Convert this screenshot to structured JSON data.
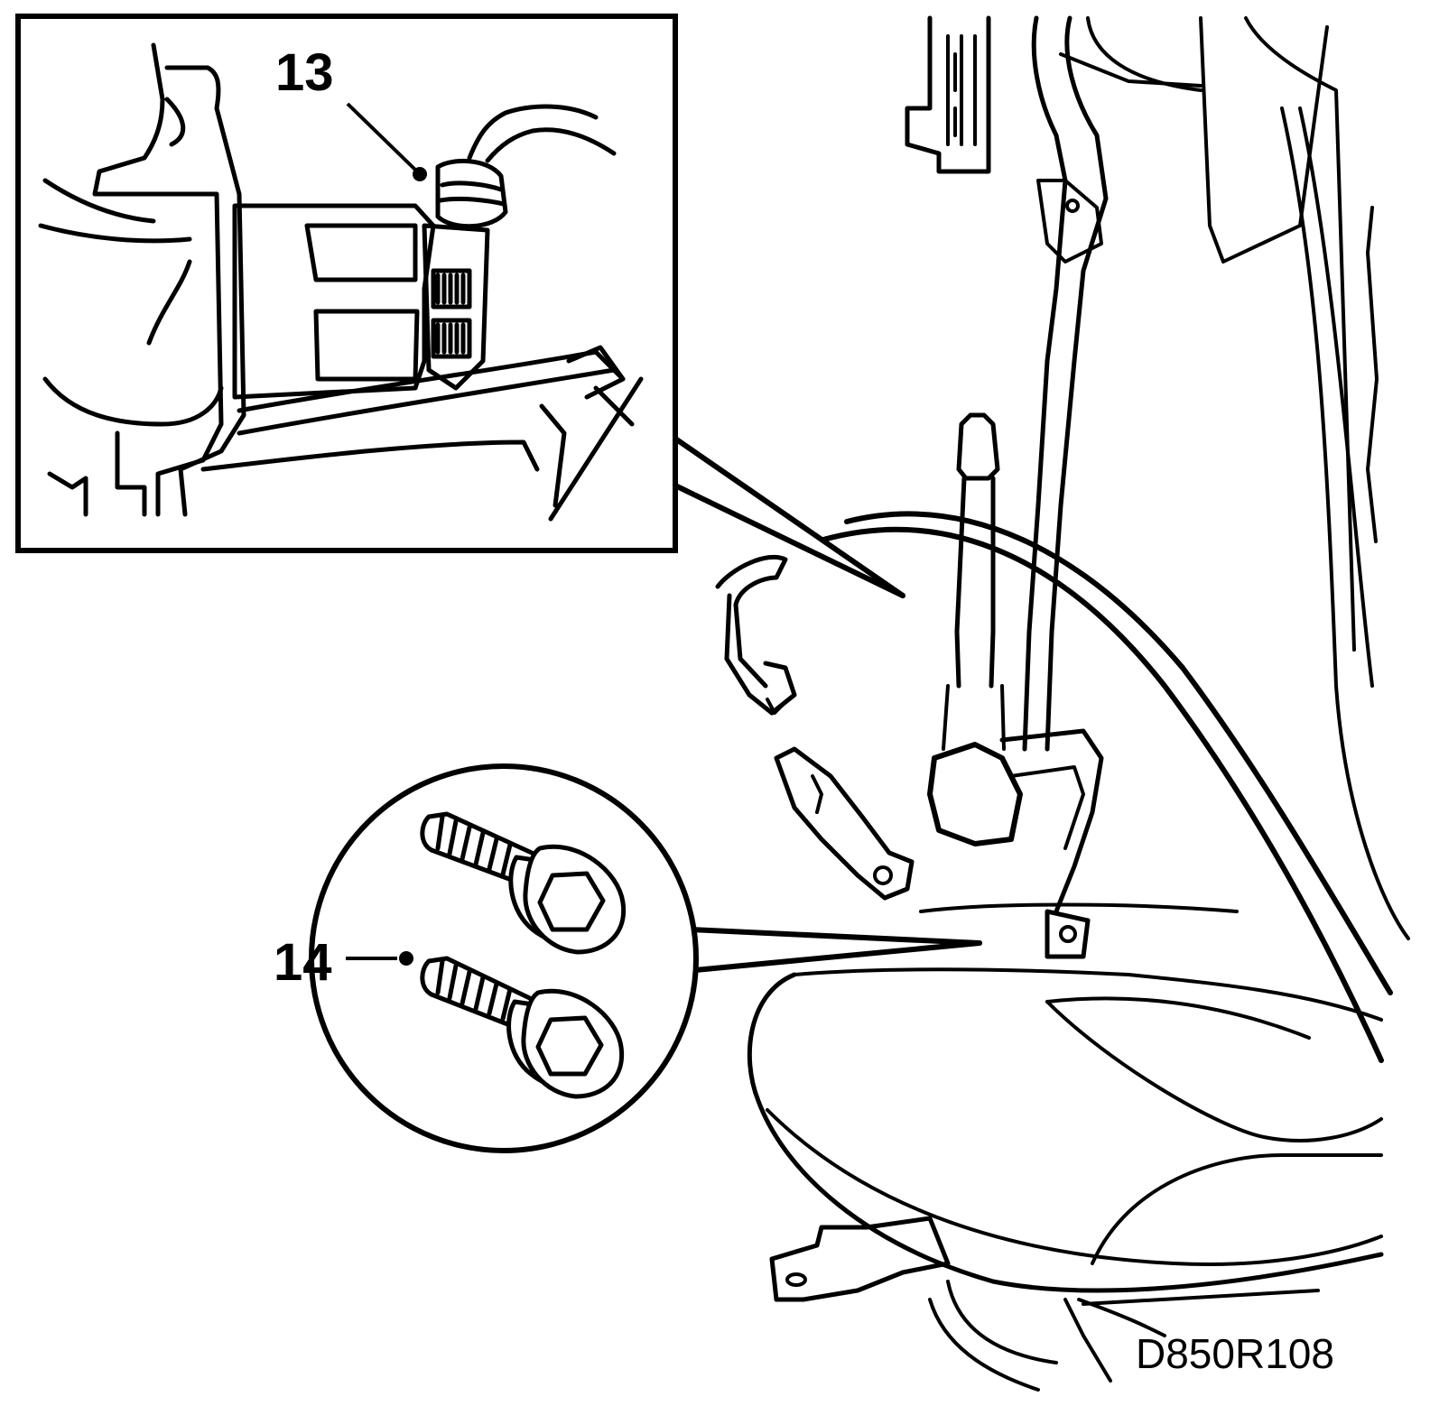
{
  "callouts": [
    {
      "id": "13",
      "text": "13",
      "target": "wiring-connector"
    },
    {
      "id": "14",
      "text": "14",
      "target": "mounting-bolts"
    }
  ],
  "drawing_code": "D850R108",
  "colors": {
    "ink": "#000000",
    "paper": "#ffffff"
  }
}
